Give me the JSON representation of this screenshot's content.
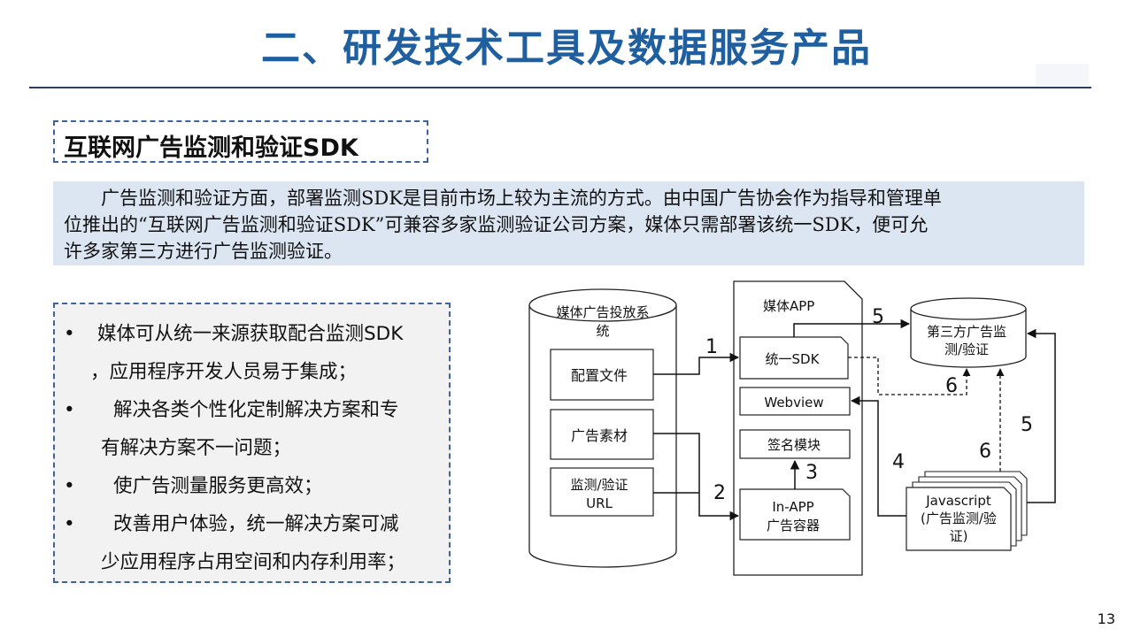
{
  "header": {
    "title": "二、研发技术工具及数据服务产品"
  },
  "section": {
    "title": "互联网广告监测和验证SDK"
  },
  "intro": {
    "line1": "　　广告监测和验证方面，部署监测SDK是目前市场上较为主流的方式。由中国广告协会作为指导和管理单",
    "line2": "位推出的“互联网广告监测和验证SDK”可兼容多家监测验证公司方案，媒体只需部署该统一SDK，便可允",
    "line3": "许多家第三方进行广告监测验证。"
  },
  "bullets": {
    "b1a": "媒体可从统一来源获取配合监测SDK",
    "b1b": "，应用程序开发人员易于集成；",
    "b2a": "解决各类个性化定制解决方案和专",
    "b2b": "有解决方案不一问题；",
    "b3a": "使广告测量服务更高效；",
    "b4a": "改善用户体验，统一解决方案可减",
    "b4b": "少应用程序占用空间和内存利用率；",
    "marker": "•"
  },
  "diagram": {
    "media_system_l1": "媒体广告投放系",
    "media_system_l2": "统",
    "config_file": "配置文件",
    "ad_material": "广告素材",
    "monitor_url_l1": "监测/验证",
    "monitor_url_l2": "URL",
    "media_app": "媒体APP",
    "unified_sdk": "统一SDK",
    "webview": "Webview",
    "signature": "签名模块",
    "inapp_l1": "In-APP",
    "inapp_l2": "广告容器",
    "third_party_l1": "第三方广告监",
    "third_party_l2": "测/验证",
    "js_l1": "Javascript",
    "js_l2": "(广告监测/验",
    "js_l3": "证)",
    "n1": "1",
    "n2": "2",
    "n3": "3",
    "n4": "4",
    "n5a": "5",
    "n5b": "5",
    "n6a": "6",
    "n6b": "6"
  },
  "page": {
    "number": "13"
  }
}
